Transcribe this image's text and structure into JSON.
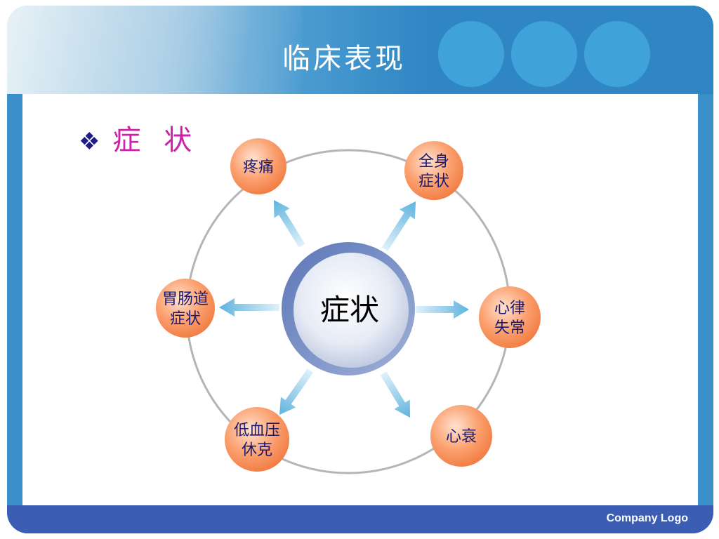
{
  "slide": {
    "title": "临床表现",
    "bullet_mark": "❖",
    "bullet_text": "症 状",
    "company_logo": "Company Logo"
  },
  "diagram": {
    "center": "症状",
    "nodes": [
      {
        "id": "pain",
        "lines": [
          "疼痛"
        ]
      },
      {
        "id": "systemic",
        "lines": [
          "全身",
          "症状"
        ]
      },
      {
        "id": "arrhythmia",
        "lines": [
          "心律",
          "失常"
        ]
      },
      {
        "id": "heart-failure",
        "lines": [
          "心衰"
        ]
      },
      {
        "id": "hypotension",
        "lines": [
          "低血压",
          "休克"
        ]
      },
      {
        "id": "gi",
        "lines": [
          "胃肠道",
          "症状"
        ]
      }
    ]
  },
  "colors": {
    "frame_blue": "#3a8fc8",
    "footer_blue": "#3b5db3",
    "node_orange": "#f78a55",
    "bullet_magenta": "#cc22aa",
    "node_text": "#1a1a70"
  }
}
